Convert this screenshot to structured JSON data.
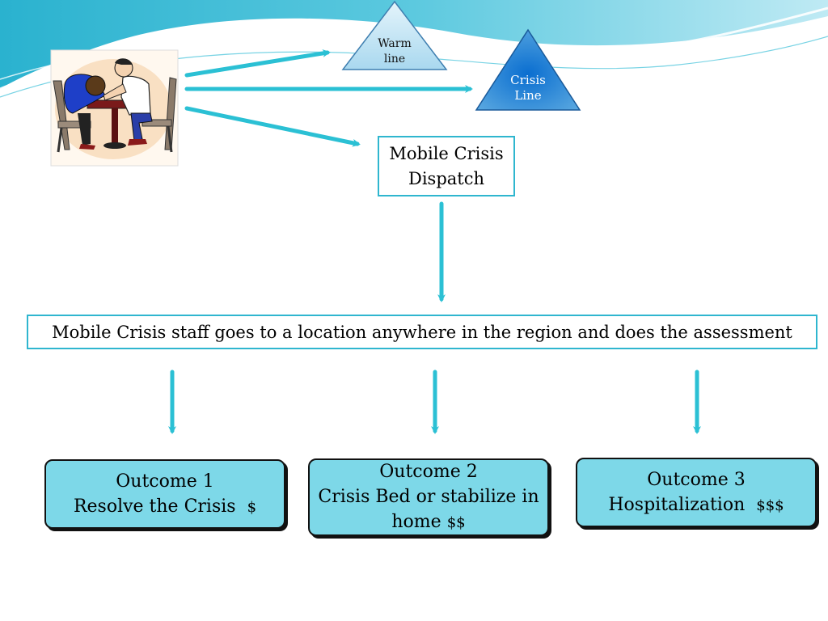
{
  "triangles": {
    "warm_line": {
      "line1": "Warm",
      "line2": "line"
    },
    "crisis_line": {
      "line1": "Crisis",
      "line2": "Line"
    }
  },
  "dispatch": {
    "line1": "Mobile Crisis",
    "line2": "Dispatch"
  },
  "assessment": "Mobile Crisis staff goes to a location anywhere in the region and does the assessment",
  "outcomes": [
    {
      "title": "Outcome 1",
      "text": "Resolve the Crisis",
      "cost": "$"
    },
    {
      "title": "Outcome 2",
      "text_line1": "Crisis Bed or stabilize in",
      "text_line2": "home",
      "cost": "$$"
    },
    {
      "title": "Outcome 3",
      "text": "Hospitalization",
      "cost": "$$$"
    }
  ],
  "colors": {
    "accent": "#2fb6cf",
    "outcome_fill": "#7dd8e8",
    "crisis_triangle": "#1a7fd0",
    "warm_triangle": "#b8e2f5"
  },
  "icons": {
    "clipart": "two-people-at-table-icon"
  }
}
